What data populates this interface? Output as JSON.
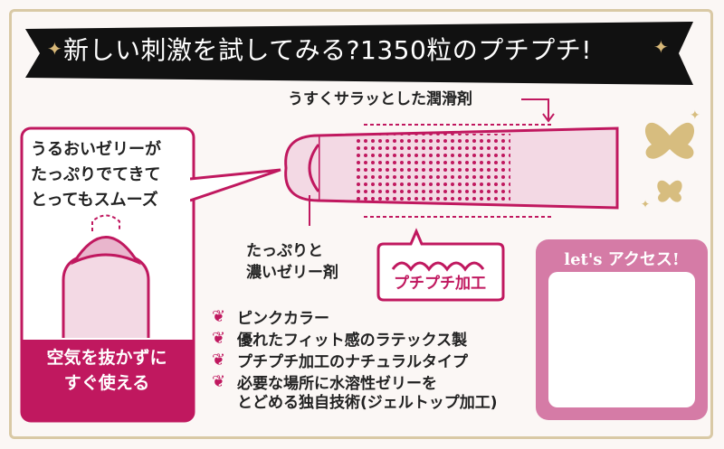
{
  "banner": {
    "title": "新しい刺激を試してみる?1350粒のプチプチ!"
  },
  "callouts": {
    "lubricant": "うすくサラッとした潤滑剤",
    "gel_tip_lines": [
      "うるおいゼリーが",
      "たっぷりでてきて",
      "とってもスムーズ"
    ],
    "rich_gel_lines": [
      "たっぷりと",
      "濃いゼリー剤"
    ],
    "puchi": "プチプチ加工"
  },
  "left_caption": {
    "lines": [
      "空気を抜かずに",
      "すぐ使える"
    ]
  },
  "features": [
    "ピンクカラー",
    "優れたフィット感のラテックス製",
    "プチプチ加工のナチュラルタイプ",
    "必要な場所に水溶性ゼリーを"
  ],
  "feature_continuation": "とどめる独自技術(ジェルトップ加工)",
  "access": {
    "title": "let's アクセス!"
  },
  "colors": {
    "accent": "#c0185f",
    "gold": "#d8b878",
    "ribbon": "#111111",
    "pink_light": "#f3d9e4"
  }
}
